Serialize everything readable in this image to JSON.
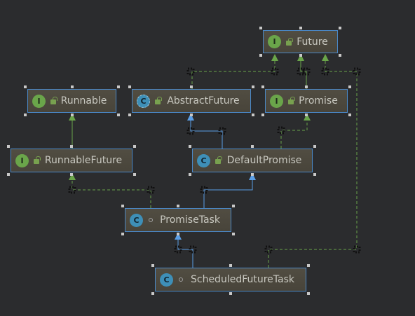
{
  "nodes": [
    {
      "id": "future",
      "label": "Future",
      "kind": "interface",
      "icon_letter": "I",
      "visibility": "public"
    },
    {
      "id": "runnable",
      "label": "Runnable",
      "kind": "interface",
      "icon_letter": "I",
      "visibility": "public"
    },
    {
      "id": "abstract-future",
      "label": "AbstractFuture",
      "kind": "abstract-class",
      "icon_letter": "C",
      "visibility": "public"
    },
    {
      "id": "promise",
      "label": "Promise",
      "kind": "interface",
      "icon_letter": "I",
      "visibility": "public"
    },
    {
      "id": "runnable-future",
      "label": "RunnableFuture",
      "kind": "interface",
      "icon_letter": "I",
      "visibility": "public"
    },
    {
      "id": "default-promise",
      "label": "DefaultPromise",
      "kind": "class",
      "icon_letter": "C",
      "visibility": "public"
    },
    {
      "id": "promise-task",
      "label": "PromiseTask",
      "kind": "class",
      "icon_letter": "C",
      "visibility": "package"
    },
    {
      "id": "scheduled-future-task",
      "label": "ScheduledFutureTask",
      "kind": "class",
      "icon_letter": "C",
      "visibility": "package"
    }
  ],
  "edges": [
    {
      "from": "abstract-future",
      "to": "future",
      "type": "implements"
    },
    {
      "from": "promise",
      "to": "future",
      "type": "extends-interface"
    },
    {
      "from": "runnable-future",
      "to": "runnable",
      "type": "extends-interface"
    },
    {
      "from": "default-promise",
      "to": "abstract-future",
      "type": "extends"
    },
    {
      "from": "default-promise",
      "to": "promise",
      "type": "implements"
    },
    {
      "from": "promise-task",
      "to": "default-promise",
      "type": "extends"
    },
    {
      "from": "promise-task",
      "to": "runnable-future",
      "type": "implements"
    },
    {
      "from": "scheduled-future-task",
      "to": "promise-task",
      "type": "extends"
    },
    {
      "from": "scheduled-future-task",
      "to": "future",
      "type": "implements"
    }
  ],
  "colors": {
    "background": "#2b2c2e",
    "node_border": "#4a88c7",
    "interface_icon": "#6aa54a",
    "class_icon": "#3e8fb7",
    "extends_arrow": "#5a9ee6",
    "implements_arrow": "#6aa54a"
  }
}
